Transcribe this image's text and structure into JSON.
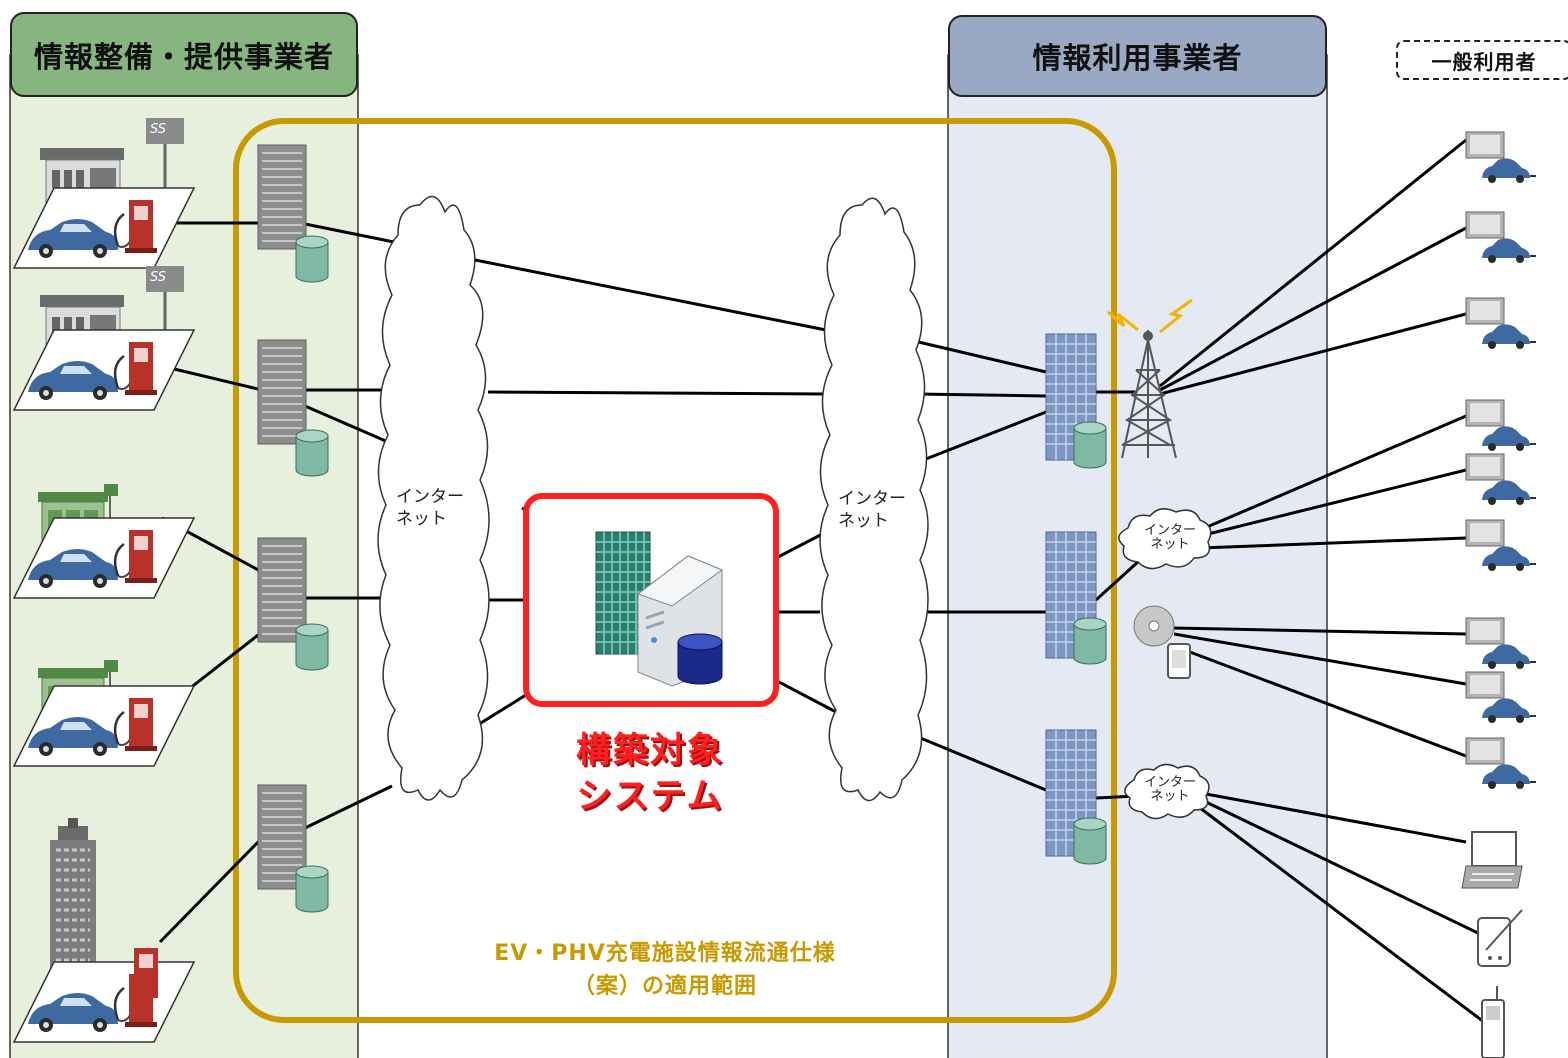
{
  "headers": {
    "provider": "情報整備・提供事業者",
    "user_business": "情報利用事業者",
    "general_user": "一般利用者"
  },
  "internet": {
    "left_line1": "インター",
    "left_line2": "ネット",
    "mid_line1": "インター",
    "mid_line2": "ネット",
    "small1_line1": "インター",
    "small1_line2": "ネット",
    "small2_line1": "インター",
    "small2_line2": "ネット"
  },
  "target": {
    "line1": "構築対象",
    "line2": "システム"
  },
  "scope": {
    "line1": "EV・PHV充電施設情報流通仕様",
    "line2": "（案）の適用範囲"
  },
  "station_signs": [
    "SS",
    "SS"
  ],
  "colors": {
    "provider_bg": "#e6f0dc",
    "provider_header": "#86b57f",
    "user_bg": "#e4e9f3",
    "user_header": "#99a9c4",
    "scope_border": "#c89a00",
    "target_border": "#ff1f1f"
  }
}
